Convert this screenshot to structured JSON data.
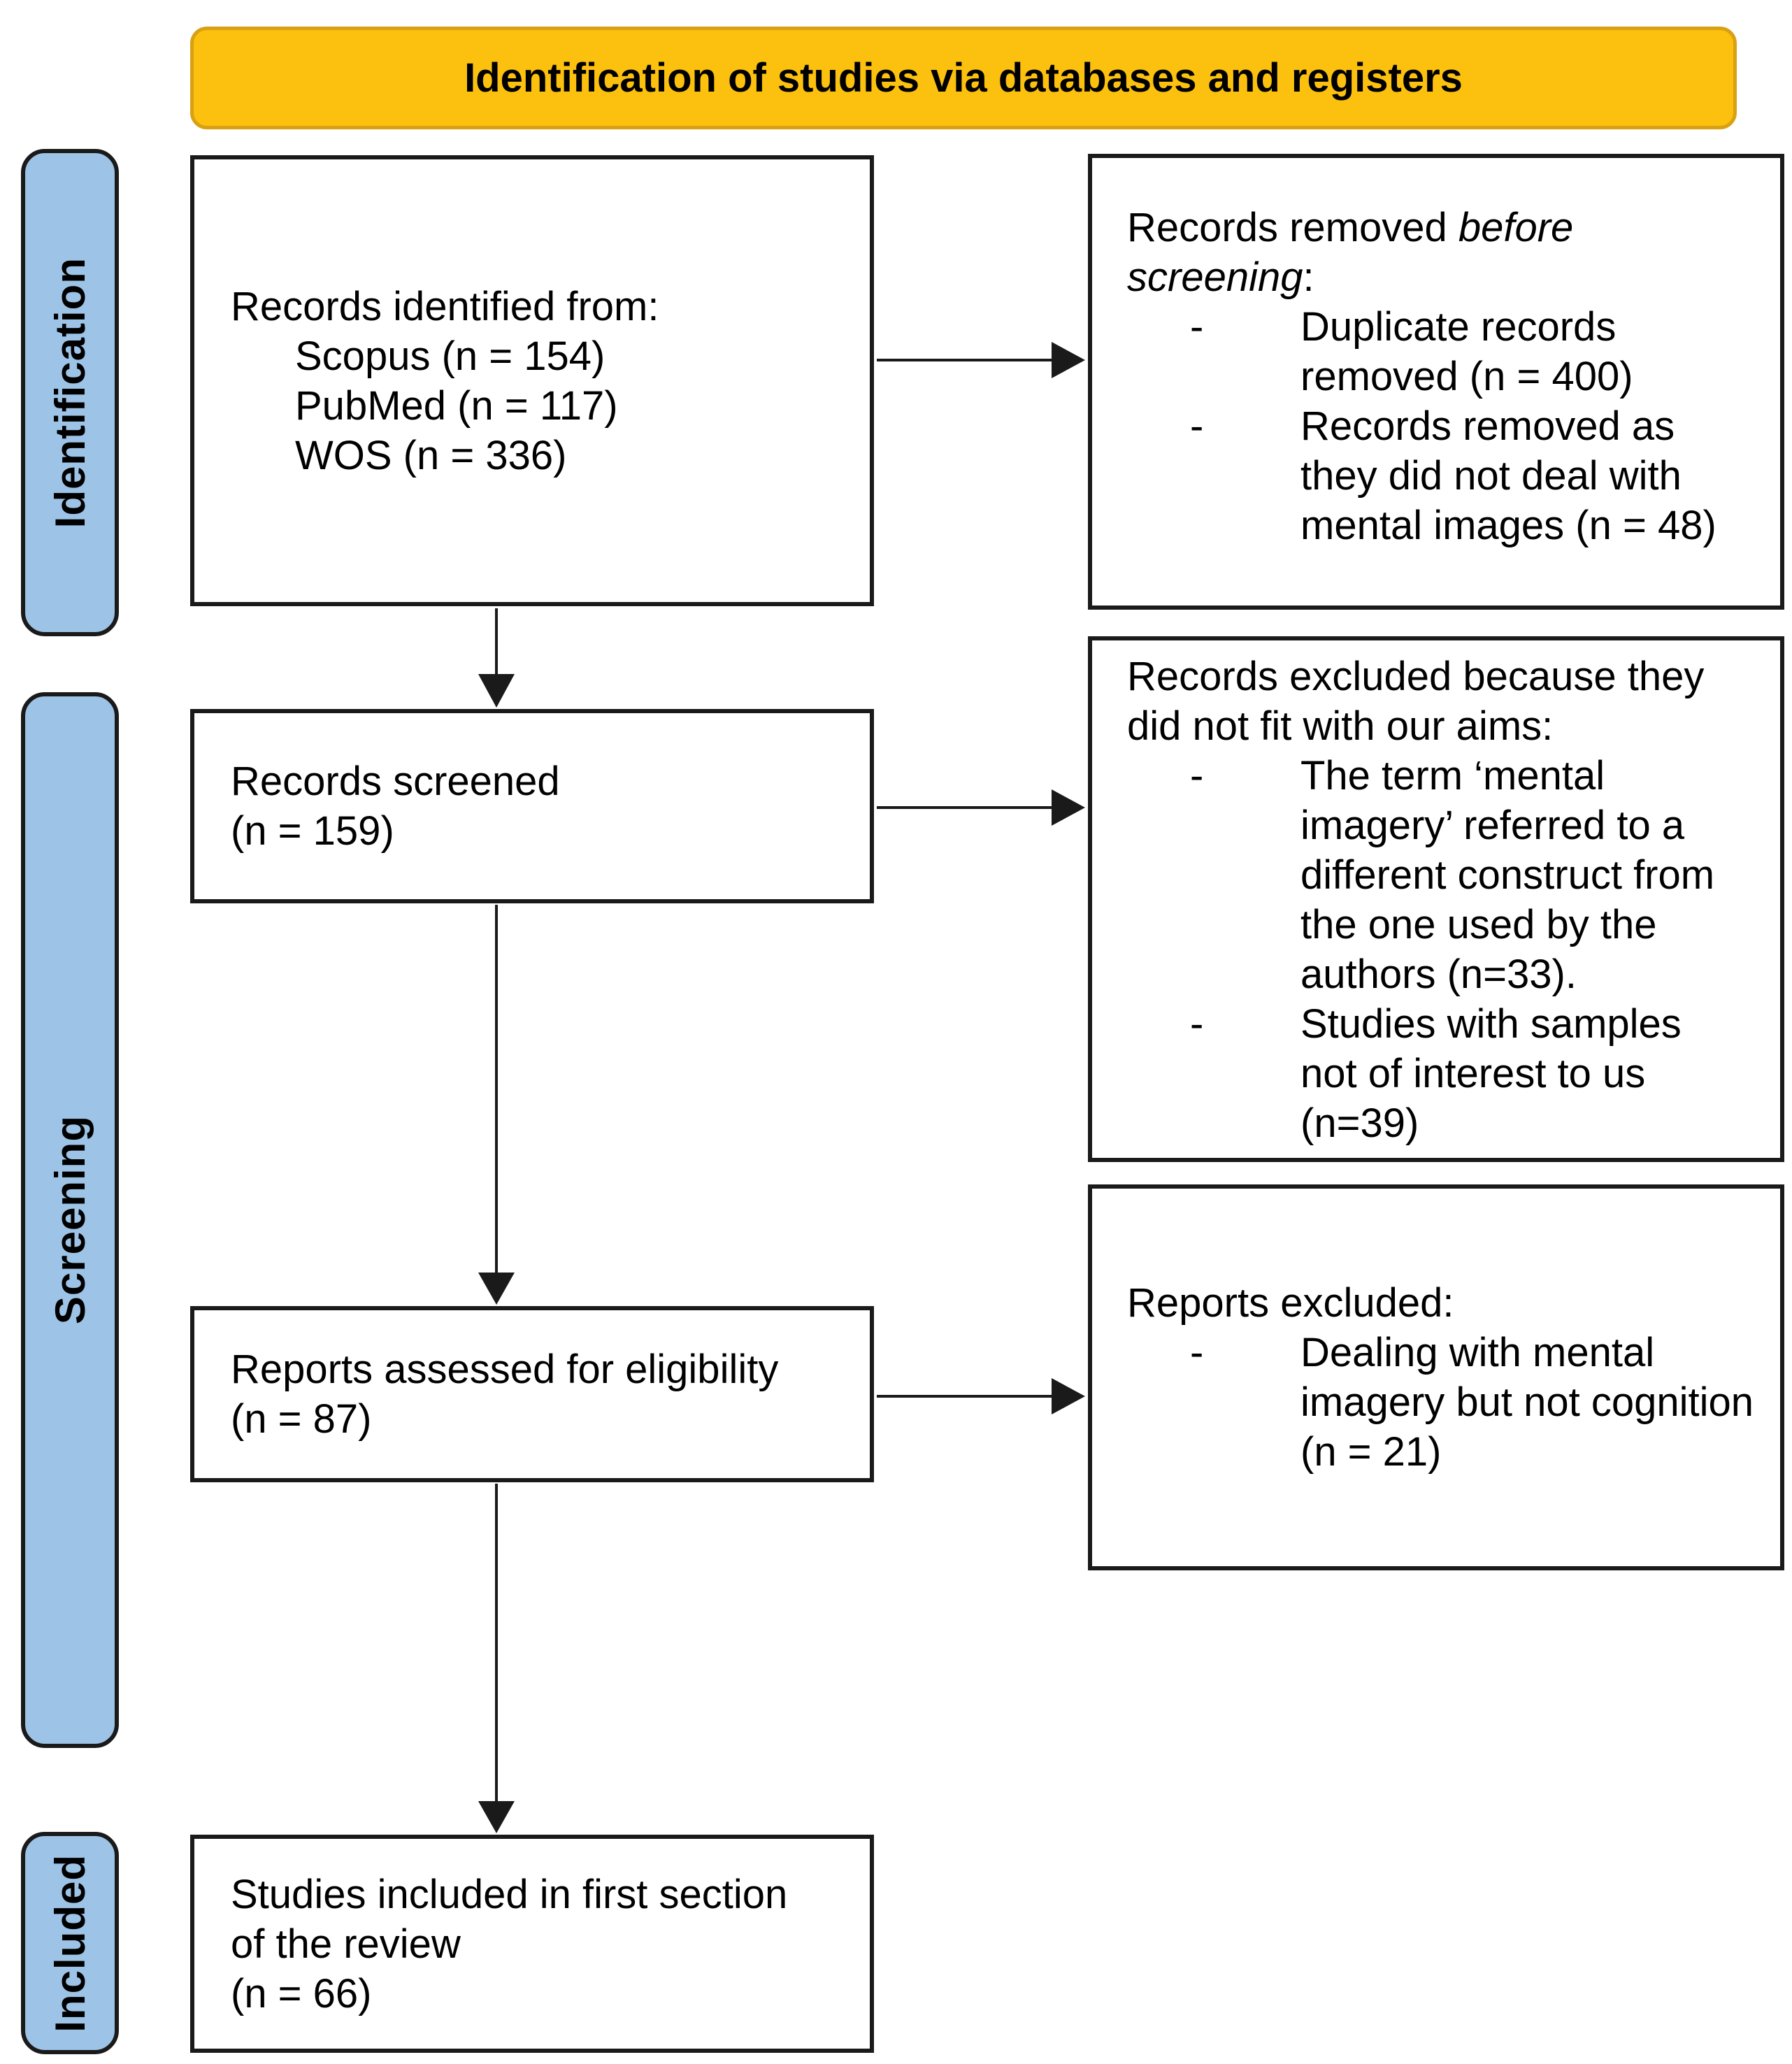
{
  "banner": {
    "title": "Identification of studies via databases and registers"
  },
  "sidebar": {
    "identification": "Identification",
    "screening": "Screening",
    "included": "Included"
  },
  "flow": {
    "identified": {
      "title": "Records identified from:",
      "sources": [
        "Scopus (n = 154)",
        "PubMed (n = 117)",
        "WOS (n = 336)"
      ]
    },
    "screened": {
      "lines": [
        "Records screened",
        "(n = 159)"
      ]
    },
    "assessed": {
      "lines": [
        "Reports assessed for eligibility",
        "(n = 87)"
      ]
    },
    "included": {
      "lines": [
        "Studies included in first section",
        "of the review",
        "(n = 66)"
      ]
    }
  },
  "exclusions": {
    "before_screening": {
      "line1_normal": "Records removed ",
      "line1_italic": "before",
      "line2_italic": "screening",
      "line2_normal": ":",
      "bullets": [
        {
          "marker": "-",
          "lines": [
            "Duplicate records",
            "removed (n = 400)"
          ]
        },
        {
          "marker": "-",
          "lines": [
            "Records removed as",
            "they did not deal with",
            "mental images (n = 48)"
          ]
        }
      ]
    },
    "not_fit_aims": {
      "title_lines": [
        "Records excluded because they",
        "did not fit with our aims:"
      ],
      "bullets": [
        {
          "marker": "-",
          "lines": [
            "The term ‘mental",
            "imagery’ referred to a",
            "different construct from",
            "the one used by the",
            "authors (n=33)."
          ]
        },
        {
          "marker": "-",
          "lines": [
            "Studies with samples",
            "not of interest to us",
            "(n=39)"
          ]
        }
      ]
    },
    "reports_excluded": {
      "title": "Reports excluded:",
      "bullets": [
        {
          "marker": "-",
          "lines": [
            "Dealing with mental",
            "imagery but not cognition",
            "(n = 21)"
          ]
        }
      ]
    }
  },
  "colors": {
    "banner_fill": "#FCC00E",
    "banner_border": "#D9A013",
    "label_fill": "#9DC3E6",
    "label_border": "#1A1A1A",
    "box_border": "#1A1A1A",
    "arrow": "#1A1A1A",
    "text": "#000000"
  }
}
